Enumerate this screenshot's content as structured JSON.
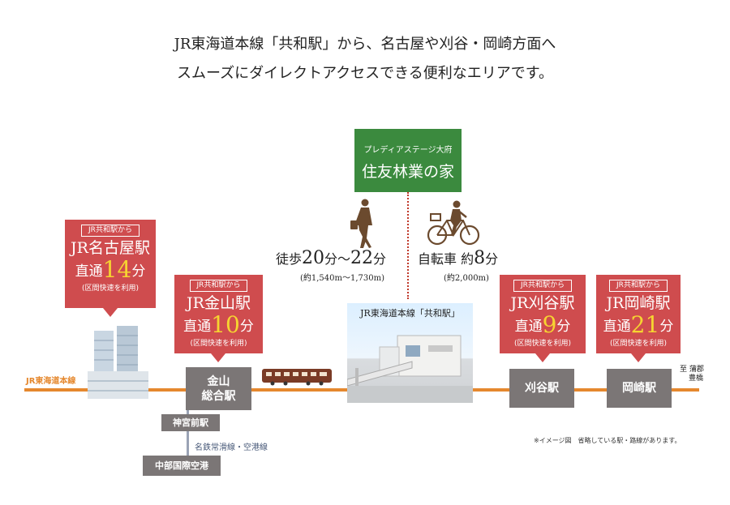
{
  "headline": {
    "line1": "JR東海道本線「共和駅」から、名古屋や刈谷・岡崎方面へ",
    "line2": "スムーズにダイレクトアクセスできる便利なエリアです。"
  },
  "property": {
    "subtitle": "プレディアステージ大府",
    "name": "住友林業の家"
  },
  "walk": {
    "label": "徒歩",
    "min": "20",
    "sep": "分〜",
    "max": "22",
    "unit": "分",
    "distance": "(約1,540m〜1,730m)"
  },
  "bike": {
    "label": "自転車 約",
    "min": "8",
    "unit": "分",
    "distance": "(約2,000m)"
  },
  "station_photo_label": "JR東海道本線「共和駅」",
  "line_label": "JR東海道本線",
  "callouts": [
    {
      "from": "JR共和駅から",
      "station": "JR名古屋駅",
      "prefix": "直通",
      "minutes": "14",
      "unit": "分",
      "note": "(区間快速を利用)"
    },
    {
      "from": "JR共和駅から",
      "station": "JR金山駅",
      "prefix": "直通",
      "minutes": "10",
      "unit": "分",
      "note": "(区間快速を利用)"
    },
    {
      "from": "JR共和駅から",
      "station": "JR刈谷駅",
      "prefix": "直通",
      "minutes": "9",
      "unit": "分",
      "note": "(区間快速を利用)"
    },
    {
      "from": "JR共和駅から",
      "station": "JR岡崎駅",
      "prefix": "直通",
      "minutes": "21",
      "unit": "分",
      "note": "(区間快速を利用)"
    }
  ],
  "stations": {
    "kanayama": "金山\n総合駅",
    "kanayama_l1": "金山",
    "kanayama_l2": "総合駅",
    "jingumae": "神宮前駅",
    "centrair": "中部国際空港",
    "kariya": "刈谷駅",
    "okazaki": "岡崎駅"
  },
  "meitetsu_label": "名鉄常滑線・空港線",
  "direction": {
    "to": "至",
    "dest1": "蒲郡",
    "dest2": "豊橋"
  },
  "footnote": "※イメージ図　省略している駅・路線があります。",
  "colors": {
    "accent_red": "#cf4c4e",
    "line_orange": "#e5882e",
    "station_gray": "#7b7676",
    "property_green": "#3b8a3e",
    "highlight_yellow": "#f6d431"
  }
}
